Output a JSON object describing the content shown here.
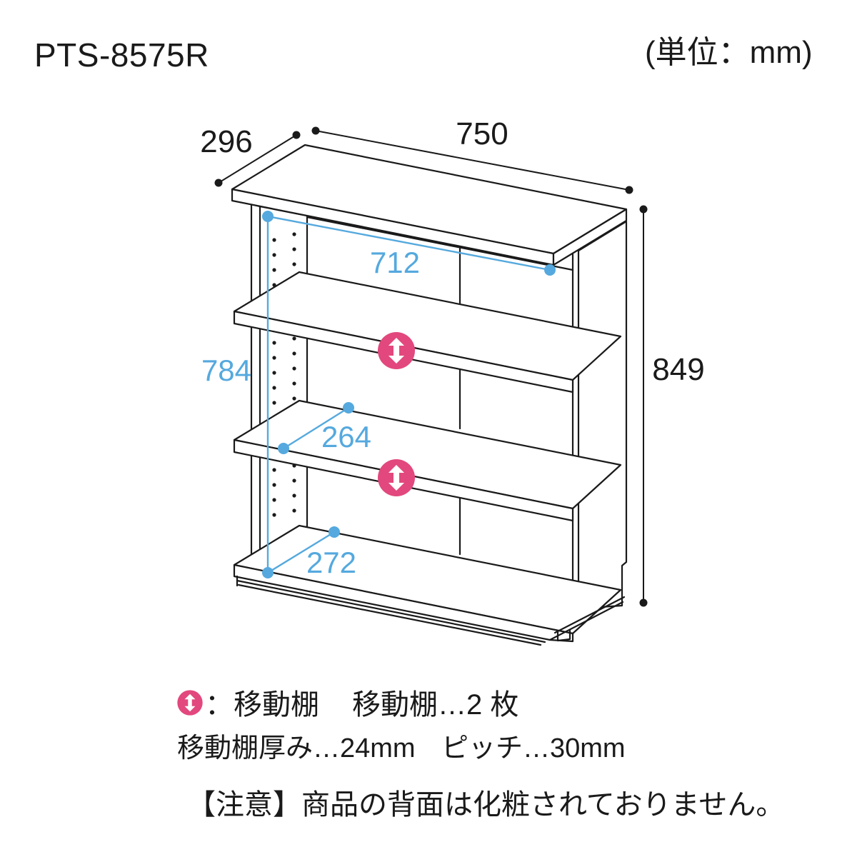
{
  "header": {
    "model": "PTS-8575R",
    "unit_note": "(単位：mm)"
  },
  "dimensions": {
    "overall_width": "750",
    "overall_depth": "296",
    "overall_height": "849",
    "inner_width": "712",
    "inner_height": "784",
    "shelf_depth_middle": "264",
    "shelf_depth_bottom": "272"
  },
  "legend": {
    "icon": "movable-shelf-arrow-icon",
    "icon_label": "：移動棚",
    "shelf_count": "移動棚…2 枚",
    "shelf_thickness": "移動棚厚み…24mm",
    "pitch": "ピッチ…30mm"
  },
  "caution": "【注意】商品の背面は化粧されておりません。",
  "colors": {
    "line": "#1a1a1a",
    "dimension_blue": "#55a9de",
    "movable_shelf_pink": "#e2487d"
  }
}
